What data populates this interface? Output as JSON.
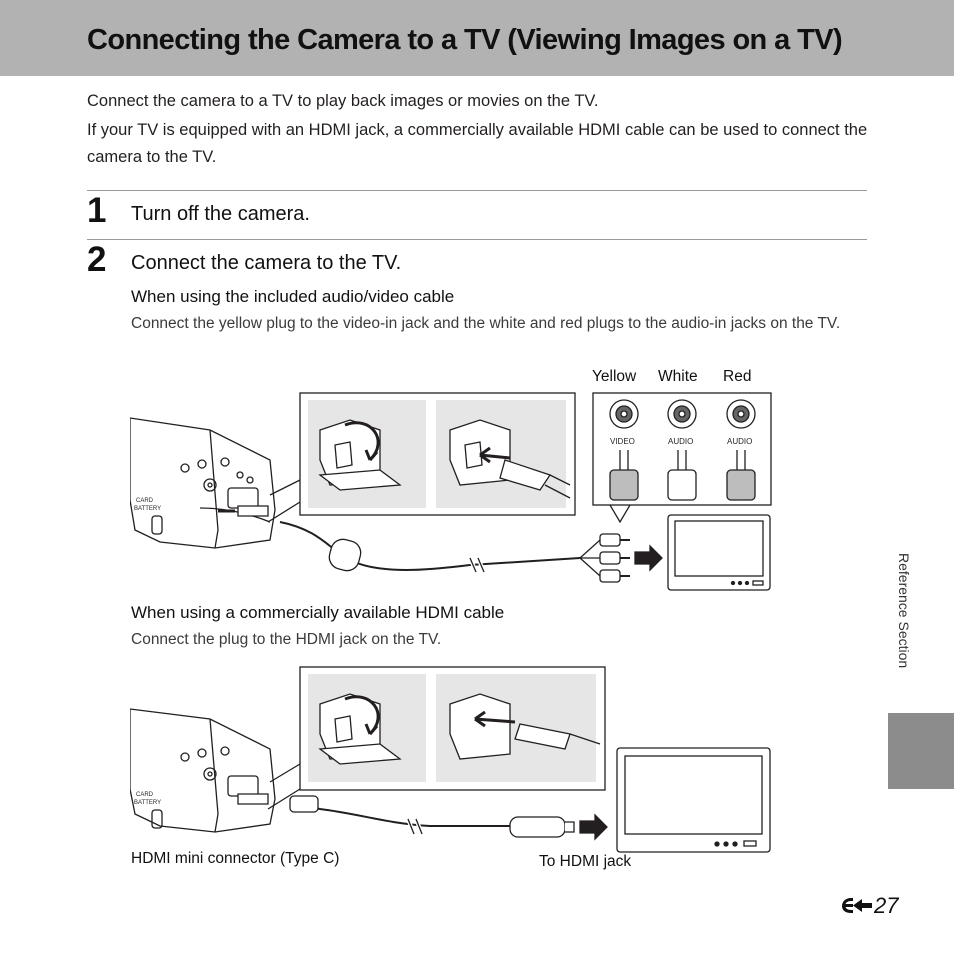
{
  "header": {
    "title": "Connecting the Camera to a TV (Viewing Images on a TV)"
  },
  "intro": {
    "line1": "Connect the camera to a TV to play back images or movies on the TV.",
    "line2": "If your TV is equipped with an HDMI jack, a commercially available HDMI cable can be used to connect the camera to the TV."
  },
  "steps": [
    {
      "number": "1",
      "text": "Turn off the camera."
    },
    {
      "number": "2",
      "text": "Connect the camera to the TV."
    }
  ],
  "av_section": {
    "heading": "When using the included audio/video cable",
    "body": "Connect the yellow plug to the video-in jack and the white and red plugs to the audio-in jacks on the TV.",
    "plug_colors": [
      "Yellow",
      "White",
      "Red"
    ],
    "jack_labels": [
      "VIDEO",
      "AUDIO",
      "AUDIO"
    ],
    "camera_labels": [
      "CARD",
      "BATTERY"
    ]
  },
  "hdmi_section": {
    "heading": "When using a commercially available HDMI cable",
    "body": "Connect the plug to the HDMI jack on the TV.",
    "connector_label": "HDMI mini connector (Type C)",
    "jack_label": "To HDMI jack",
    "camera_labels": [
      "CARD",
      "BATTERY"
    ]
  },
  "sidebar": {
    "section": "Reference Section"
  },
  "footer": {
    "page_prefix_icon": "e-section-icon",
    "page_number": "27"
  }
}
